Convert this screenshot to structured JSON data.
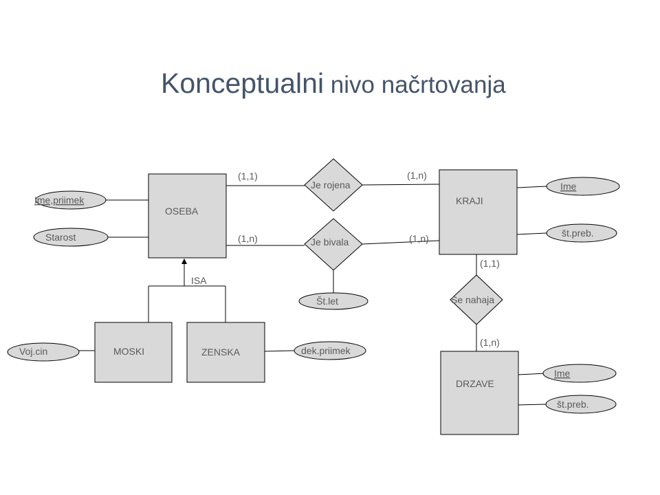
{
  "title": {
    "part1": "Konceptualni",
    "part2": " nivo načrtovanja"
  },
  "entities": {
    "oseba": "OSEBA",
    "kraji": "KRAJI",
    "drzave": "DRZAVE",
    "moski": "MOSKI",
    "zenska": "ZENSKA"
  },
  "relationships": {
    "je_rojena": "Je rojena",
    "je_bivala": "Je bivala",
    "se_nahaja": "Se nahaja"
  },
  "attributes": {
    "ime_priimek": "Ime,priimek",
    "starost": "Starost",
    "voj_cin": "Voj.cin",
    "dek_priimek": "dek.priimek",
    "st_let": "Št.let",
    "kraji_ime": "Ime",
    "kraji_st_preb": "št.preb.",
    "drzave_ime": "Ime",
    "drzave_st_preb": "št.preb."
  },
  "cardinalities": {
    "oseba_je_rojena": "(1,1)",
    "kraji_je_rojena": "(1,n)",
    "oseba_je_bivala": "(1,n)",
    "kraji_je_bivala": "(1,n)",
    "kraji_se_nahaja": "(1,1)",
    "drzave_se_nahaja": "(1,n)"
  },
  "isa_label": "ISA"
}
